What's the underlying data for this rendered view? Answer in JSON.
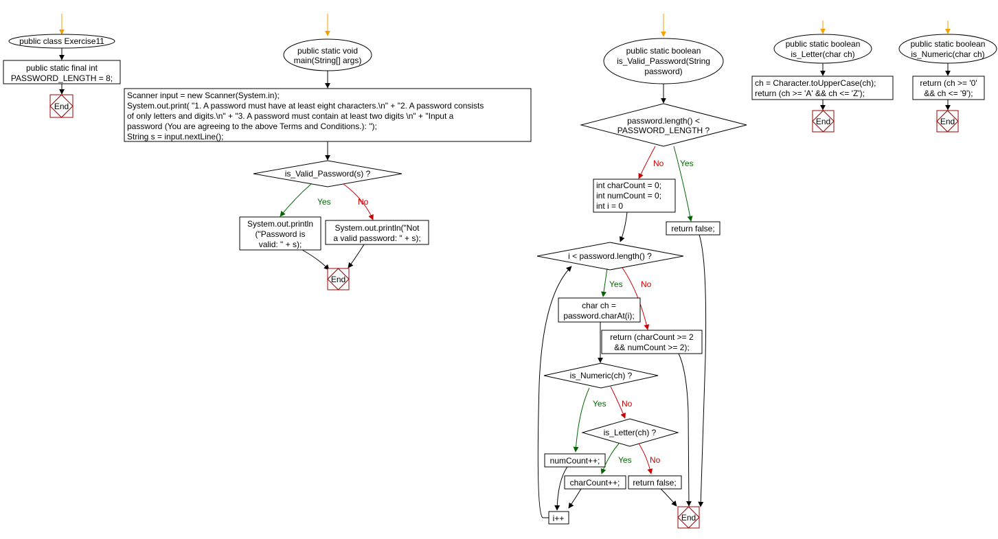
{
  "diagram": {
    "class_decl": {
      "start": "public class Exercise11",
      "const": [
        "public static final int",
        "PASSWORD_LENGTH = 8;"
      ],
      "end": "End"
    },
    "main": {
      "start": [
        "public static void",
        "main(String[] args)"
      ],
      "code": [
        "Scanner input = new Scanner(System.in);",
        "System.out.print( \"1. A password must have at least eight characters.\\n\" + \"2. A password consists",
        "of only letters and digits.\\n\" + \"3. A password must contain at least two digits \\n\" + \"Input a",
        "password (You are agreeing to the above Terms and Conditions.): \");",
        "String s = input.nextLine();"
      ],
      "decision": "is_Valid_Password(s) ?",
      "yes": "Yes",
      "no": "No",
      "yes_action": [
        "System.out.println",
        "(\"Password is",
        "valid: \" + s);"
      ],
      "no_action": [
        "System.out.println(\"Not",
        "a valid password: \" + s);"
      ],
      "end": "End"
    },
    "is_valid": {
      "start": [
        "public static boolean",
        "is_Valid_Password(String",
        "password)"
      ],
      "decision1": [
        "password.length() <",
        "PASSWORD_LENGTH ?"
      ],
      "yes1": "Yes",
      "no1": "No",
      "return_false": "return false;",
      "init": [
        "int charCount = 0;",
        "int numCount = 0;",
        "int i = 0"
      ],
      "loop": "i < password.length() ?",
      "loop_yes": "Yes",
      "loop_no": "No",
      "char_at": [
        "char ch =",
        "password.charAt(i);"
      ],
      "return_counts": [
        "return (charCount >= 2",
        "&& numCount >= 2);"
      ],
      "numeric": "is_Numeric(ch) ?",
      "numeric_yes": "Yes",
      "numeric_no": "No",
      "num_inc": "numCount++;",
      "letter": "is_Letter(ch) ?",
      "letter_yes": "Yes",
      "letter_no": "No",
      "char_inc": "charCount++;",
      "return_false2": "return false;",
      "i_inc": "i++",
      "end": "End"
    },
    "is_letter": {
      "start": [
        "public static boolean",
        "is_Letter(char ch)"
      ],
      "code": [
        "ch = Character.toUpperCase(ch);",
        "return (ch >= 'A' && ch <= 'Z');"
      ],
      "end": "End"
    },
    "is_numeric": {
      "start": [
        "public static boolean",
        "is_Numeric(char ch)"
      ],
      "code": [
        "return (ch >= '0'",
        "&& ch <= '9');"
      ],
      "end": "End"
    }
  }
}
